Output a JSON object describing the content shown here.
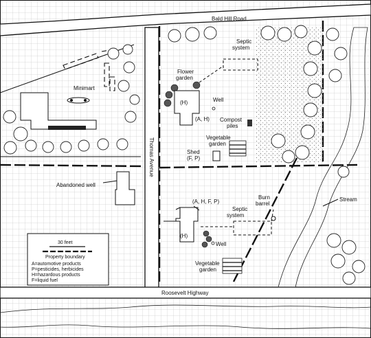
{
  "roads": {
    "top": "Bald Hill Road",
    "vertical": "Thomas Avenue",
    "bottom": "Roosevelt Highway"
  },
  "labels": {
    "minimart": "Minimart",
    "septic_top_1": "Septic",
    "septic_top_2": "system",
    "flower_1": "Flower",
    "flower_2": "garden",
    "house_top_h": "(H)",
    "house_top_ah": "(A, H)",
    "well_top": "Well",
    "compost_1": "Compost",
    "compost_2": "piles",
    "veg_top_1": "Vegetable",
    "veg_top_2": "garden",
    "shed_1": "Shed",
    "shed_2": "(F, P)",
    "abandoned_well": "Abandoned well",
    "house_bot_ahfp": "(A, H, F, P)",
    "house_bot_h": "(H)",
    "septic_bot_1": "Septic",
    "septic_bot_2": "system",
    "burn_1": "Burn",
    "burn_2": "barrel",
    "well_bot": "Well",
    "stream": "Stream",
    "veg_bot_1": "Vegetable",
    "veg_bot_2": "garden"
  },
  "legend": {
    "scale": "30 feet",
    "boundary": "Property boundary",
    "items": [
      "A=automotive products",
      "P=pesticides, herbicides",
      "H=hazardous products",
      "F=liquid fuel"
    ]
  }
}
